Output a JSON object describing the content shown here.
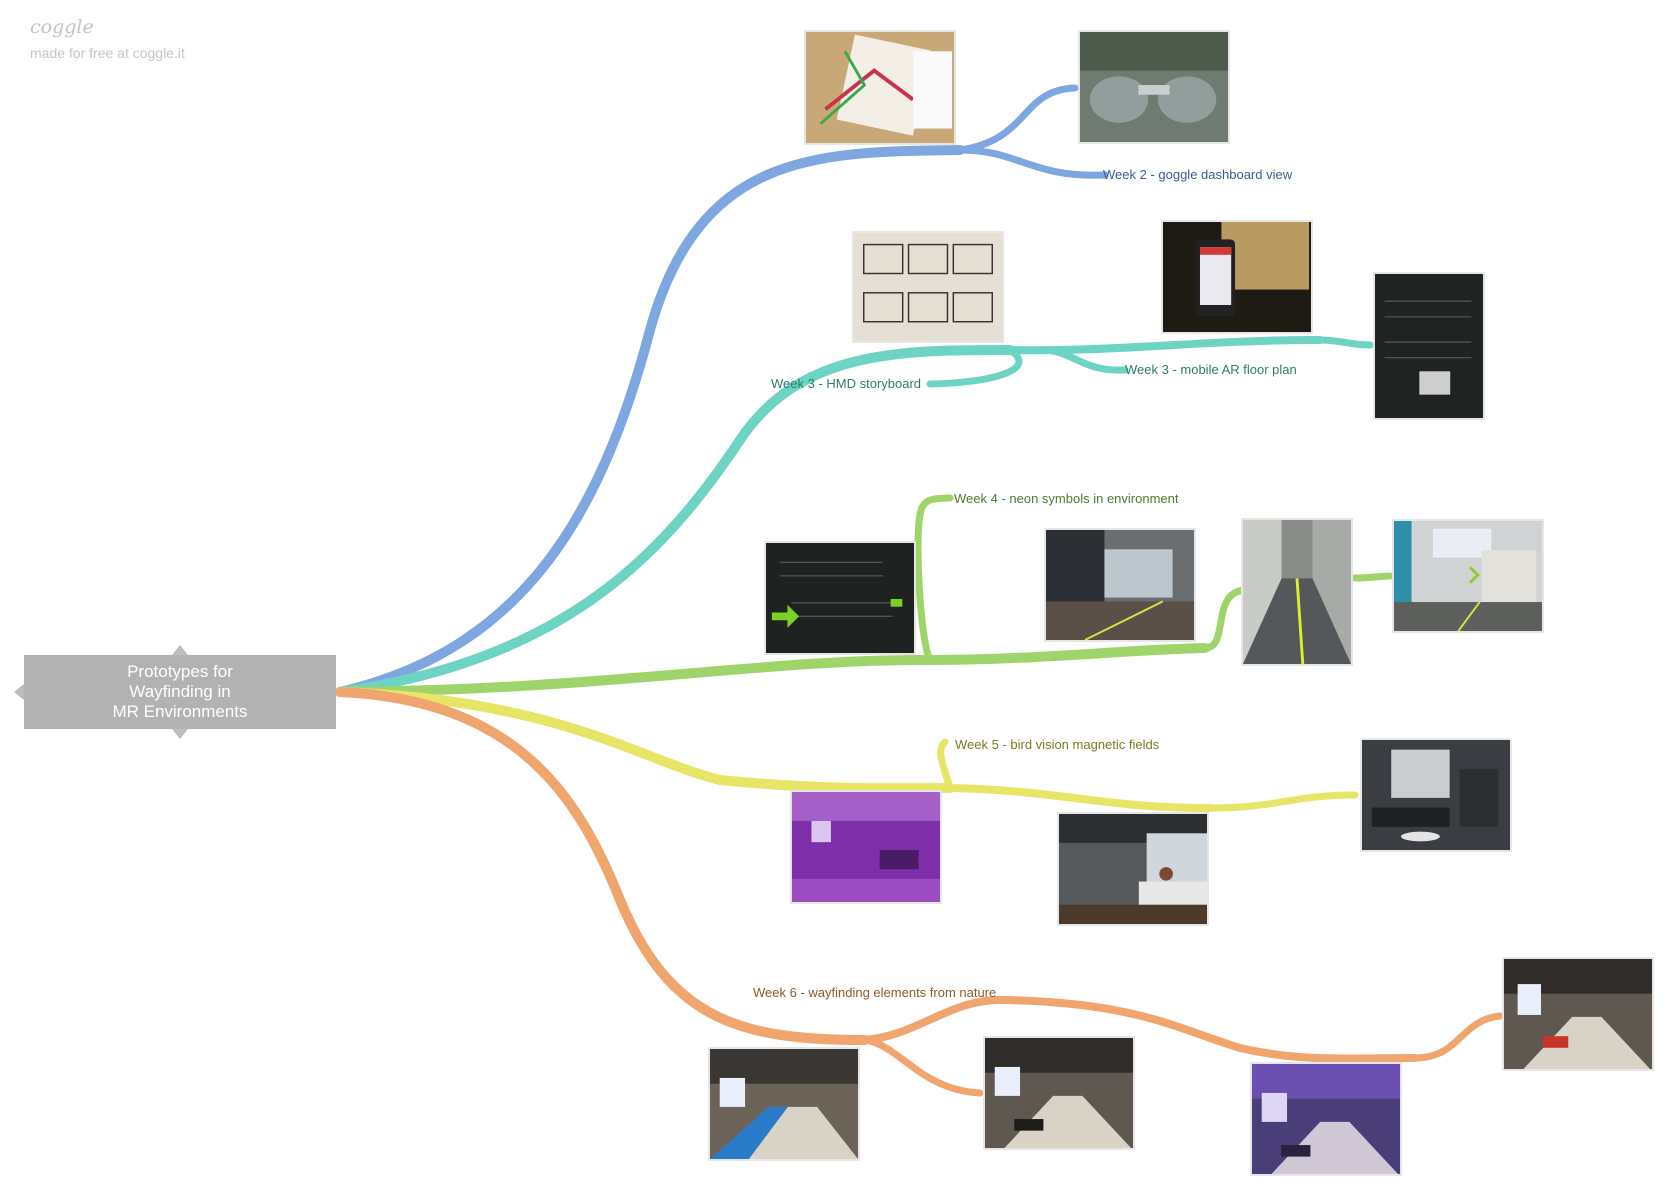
{
  "brand": {
    "logo_text": "coggle",
    "tagline": "made for free at coggle.it"
  },
  "root": {
    "label": "Prototypes for\nWayfinding in\nMR Environments",
    "color": "#b2b2b2"
  },
  "branches": [
    {
      "week": 2,
      "color": "#7ea6e0",
      "nodes": [
        {
          "type": "image",
          "subject": "paper prototype with pipe cleaners"
        },
        {
          "type": "image",
          "subject": "goggle dashboard view photo"
        },
        {
          "type": "text",
          "label": "Week 2 - goggle dashboard view",
          "text_color": "#3a5b8c"
        }
      ]
    },
    {
      "week": 3,
      "color": "#6dd3c2",
      "nodes": [
        {
          "type": "image",
          "subject": "storyboard sketches"
        },
        {
          "type": "text",
          "label": "Week 3 - HMD storyboard",
          "text_color": "#2f7a6c"
        },
        {
          "type": "image",
          "subject": "phone showing AR floor plan"
        },
        {
          "type": "text",
          "label": "Week 3 - mobile AR floor plan",
          "text_color": "#2f7a6c"
        },
        {
          "type": "image",
          "subject": "room sign rooms 827-845 offices"
        }
      ]
    },
    {
      "week": 4,
      "color": "#9fd46a",
      "nodes": [
        {
          "type": "image",
          "subject": "room sign with neon arrow"
        },
        {
          "type": "text",
          "label": "Week 4 - neon symbols in environment",
          "text_color": "#4f7a2a"
        },
        {
          "type": "image",
          "subject": "lobby with neon line"
        },
        {
          "type": "image",
          "subject": "hallway with neon line"
        },
        {
          "type": "image",
          "subject": "room with neon arrow"
        }
      ]
    },
    {
      "week": 5,
      "color": "#e6e566",
      "nodes": [
        {
          "type": "image",
          "subject": "purple tinted hallway"
        },
        {
          "type": "text",
          "label": "Week 5 - bird vision magnetic fields",
          "text_color": "#7a7a22"
        },
        {
          "type": "image",
          "subject": "reception desk"
        },
        {
          "type": "image",
          "subject": "lounge with offices sign"
        }
      ]
    },
    {
      "week": 6,
      "color": "#f0a56e",
      "nodes": [
        {
          "type": "text",
          "label": "Week 6 - wayfinding elements from nature",
          "text_color": "#8c5a2a"
        },
        {
          "type": "image",
          "subject": "hallway with blue water path"
        },
        {
          "type": "image",
          "subject": "hallway"
        },
        {
          "type": "image",
          "subject": "purple tinted hallway"
        },
        {
          "type": "image",
          "subject": "hallway"
        }
      ]
    }
  ]
}
